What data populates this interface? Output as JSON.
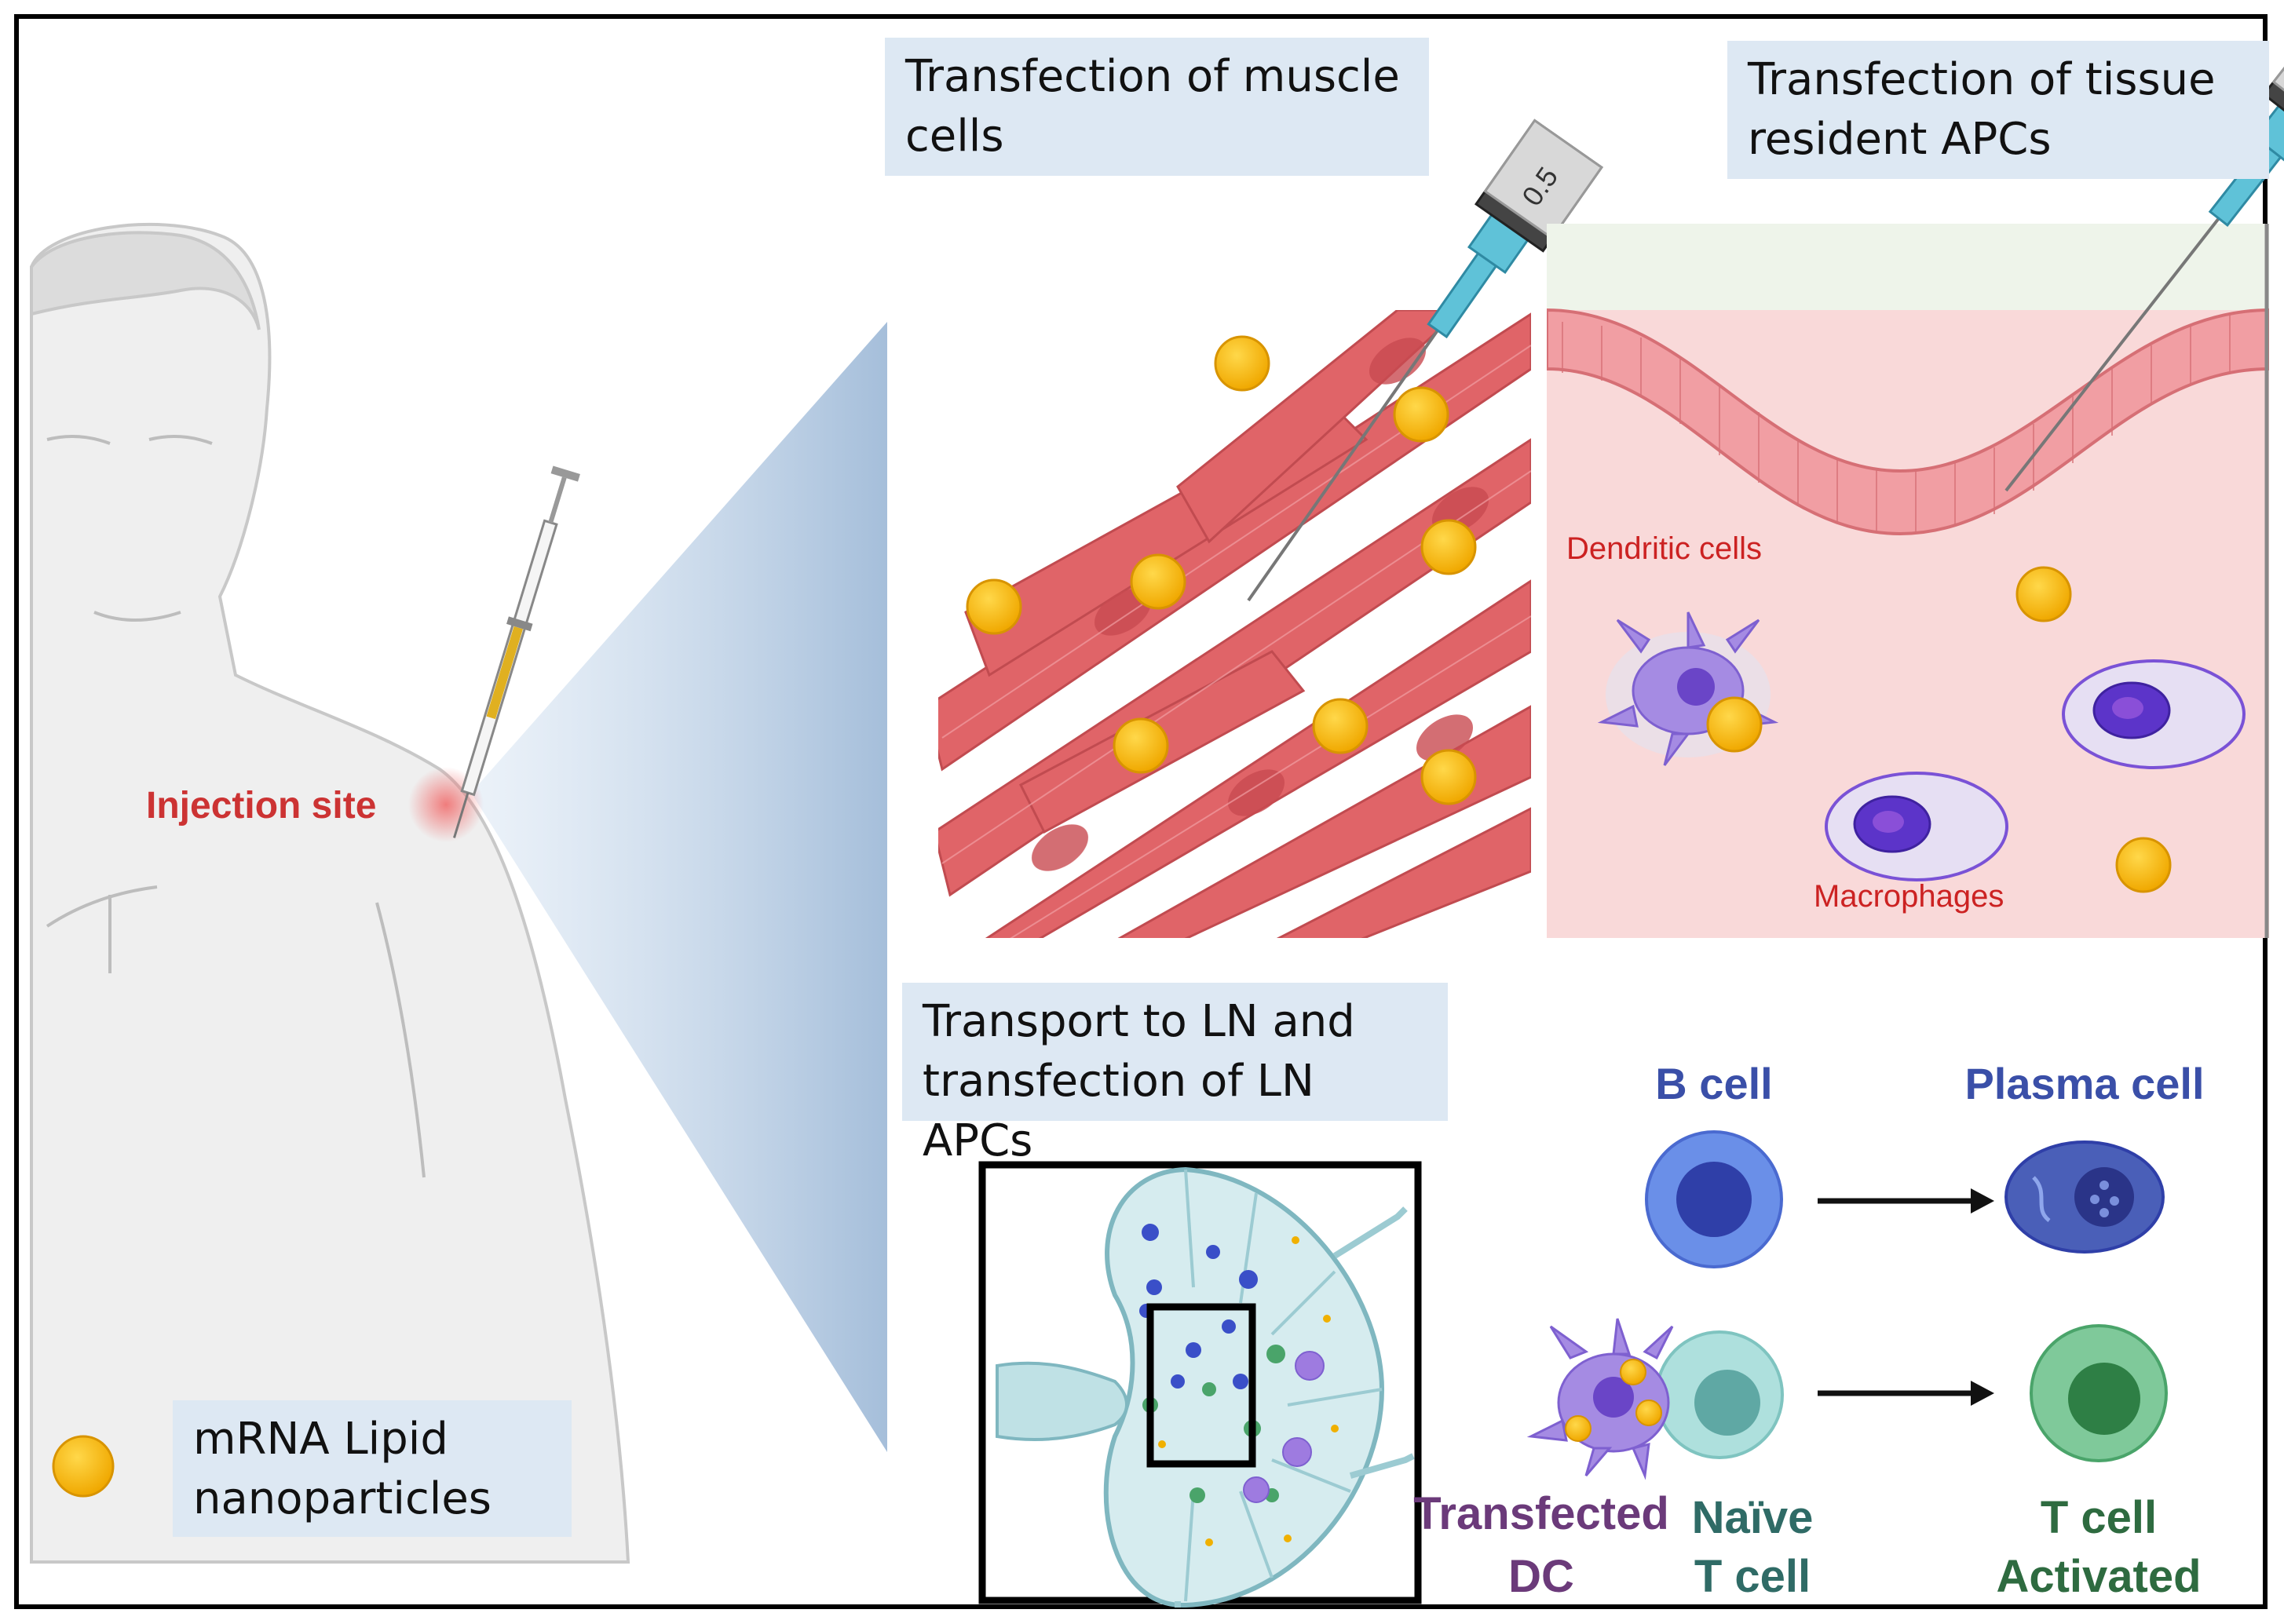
{
  "labels": {
    "muscle_title": [
      "Transfection of muscle",
      "cells"
    ],
    "tissue_title": [
      "Transfection of tissue",
      "resident APCs"
    ],
    "ln_title": [
      "Transport to LN and",
      "transfection of LN APCs"
    ],
    "legend_text": [
      "mRNA Lipid",
      "nanoparticles"
    ],
    "injection_site": "Injection site",
    "dendritic_cells": "Dendritic cells",
    "macrophages": "Macrophages",
    "b_cell": "B cell",
    "plasma_cell": "Plasma cell",
    "transfected_dc": [
      "Transfected",
      "DC"
    ],
    "naive_t_cell": [
      "Naïve",
      "T cell"
    ],
    "t_cell_activated": [
      "T cell",
      "Activated"
    ],
    "syringe_marking": "0.5"
  },
  "colors": {
    "label_bg": "#dde8f3",
    "nanoparticle": "#f5b800",
    "muscle": "#e06468",
    "tissue_bg": "#f9d9d9",
    "epithelium": "#f19ea3",
    "red_text": "#cc2222",
    "b_cell": "#5a7ee0",
    "plasma_cell": "#3a4fa8",
    "t_cell": "#4aa46a",
    "naive_t_cell": "#7fc4c0",
    "dc_purple": "#9e7be0",
    "macrophage": "#7a52d6",
    "title_blue": "#3a4fa8",
    "dc_text": "#6b3a7a"
  }
}
